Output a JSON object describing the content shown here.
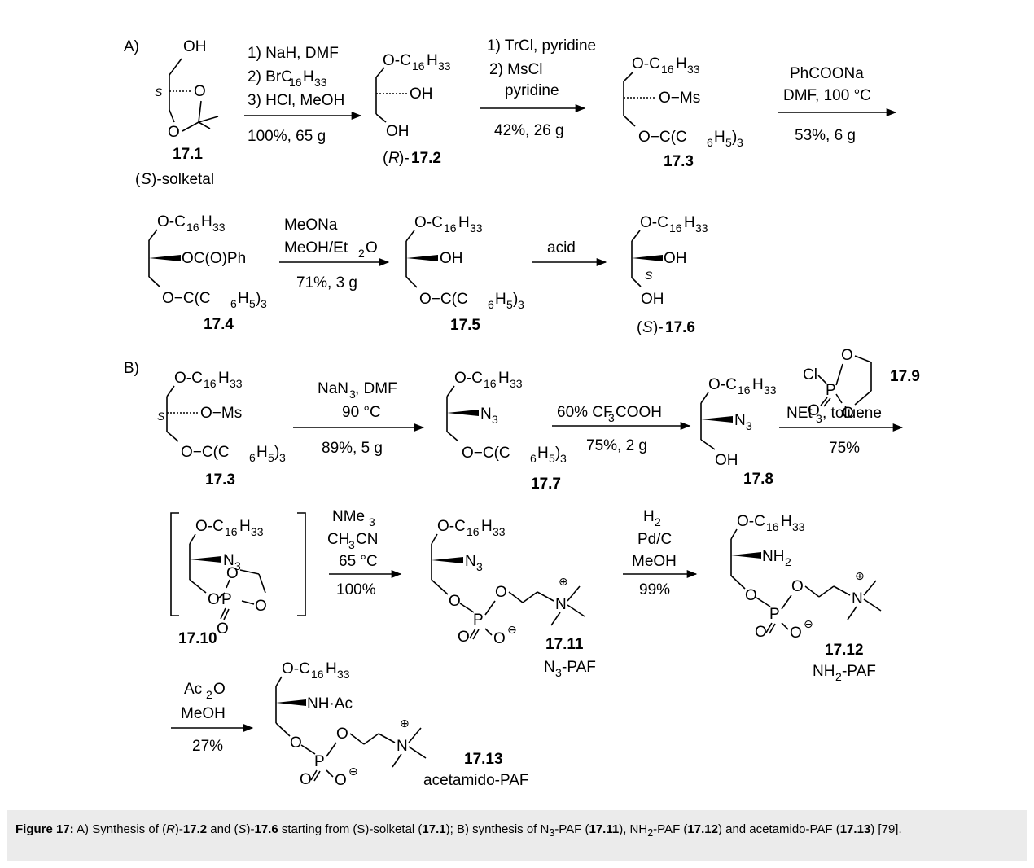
{
  "sections": {
    "a": "A)",
    "b": "B)"
  },
  "labels": {
    "c171": "17.1",
    "c172": "17.2",
    "c173": "17.3",
    "c174": "17.4",
    "c175": "17.5",
    "c176": "17.6",
    "c177": "17.7",
    "c178": "17.8",
    "c179": "17.9",
    "c1710": "17.10",
    "c1711": "17.11",
    "c1712": "17.12",
    "c1713": "17.13",
    "r_prefix": "(",
    "r_letter": "R",
    "r_suffix": ")-",
    "s_prefix": "(",
    "s_letter": "S",
    "s_suffix": ")-",
    "solketal_name": ")-solketal",
    "n3paf": "N",
    "n3paf_sub": "3",
    "n3paf_rest": "-PAF",
    "nh2paf": "NH",
    "nh2paf_sub": "2",
    "nh2paf_rest": "-PAF",
    "acetamido": "acetamido-PAF"
  },
  "groups": {
    "oh": "OH",
    "o": "O",
    "ms": "O−Ms",
    "ms_dash": "−Ms",
    "oc16": "O-C",
    "c16": "16",
    "h33": "H",
    "h33sub": "33",
    "otrt": "O−C(C",
    "trt6": "6",
    "trt_h": "H",
    "trt5": "5",
    "trt_close": ")",
    "trt3": "3",
    "obz": "OC(O)Ph",
    "n3": "N",
    "n3sub": "3",
    "nh2": "NH",
    "nh2sub": "2",
    "nhac": "NH·Ac",
    "cl": "Cl",
    "p": "P",
    "n": "N",
    "plus": "⊕",
    "minus": "⊖",
    "s_stereo": "S"
  },
  "steps": {
    "s1": {
      "line1": "1) NaH, DMF",
      "line2a": "2) BrC",
      "line2b": "16",
      "line2c": "H",
      "line2d": "33",
      "line3": "3) HCl, MeOH",
      "yield": "100%, 65 g"
    },
    "s2": {
      "line1": "1) TrCl, pyridine",
      "line2": "2) MsCl",
      "line3": "pyridine",
      "yield": "42%, 26 g"
    },
    "s3": {
      "line1": "PhCOONa",
      "line2": "DMF, 100 °C",
      "yield": "53%, 6 g"
    },
    "s4": {
      "line1": "MeONa",
      "line2a": "MeOH/Et",
      "line2b": "2",
      "line2c": "O",
      "yield": "71%, 3 g"
    },
    "s5": {
      "line1": "acid"
    },
    "s6": {
      "line1a": "NaN",
      "line1b": "3",
      "line1c": " , DMF",
      "line2": "90 °C",
      "yield": "89%, 5 g"
    },
    "s7": {
      "line1a": "60% CF",
      "line1b": "3",
      "line1c": "COOH",
      "yield": "75%, 2 g"
    },
    "s8": {
      "line1a": "NEt",
      "line1b": "3",
      "line1c": ", toluene",
      "yield": "75%"
    },
    "s9": {
      "line1a": "NMe",
      "line1b": "3",
      "line2a": "CH",
      "line2b": "3",
      "line2c": "CN",
      "line3": "65 °C",
      "yield": "100%"
    },
    "s10": {
      "line1a": "H",
      "line1b": "2",
      "line2": "Pd/C",
      "line3": "MeOH",
      "yield": "99%"
    },
    "s11": {
      "line1a": "Ac",
      "line1b": "2",
      "line1c": "O",
      "line2": "MeOH",
      "yield": "27%"
    }
  },
  "caption": {
    "fig": "Figure 17:",
    "t1": " A) Synthesis of (",
    "r": "R",
    "t2": ")-",
    "c172": "17.2",
    "t3": " and (",
    "s": "S",
    "t4": ")-",
    "c176": "17.6",
    "t5": " starting from (S)-solketal (",
    "c171": "17.1",
    "t6": "); B) synthesis of N",
    "sub3": "3",
    "t7": "-PAF (",
    "c1711": "17.11",
    "t8": "), NH",
    "sub2": "2",
    "t9": "-PAF (",
    "c1712": "17.12",
    "t10": ") and acetamido-PAF (",
    "c1713": "17.13",
    "t11": ") [79]."
  }
}
